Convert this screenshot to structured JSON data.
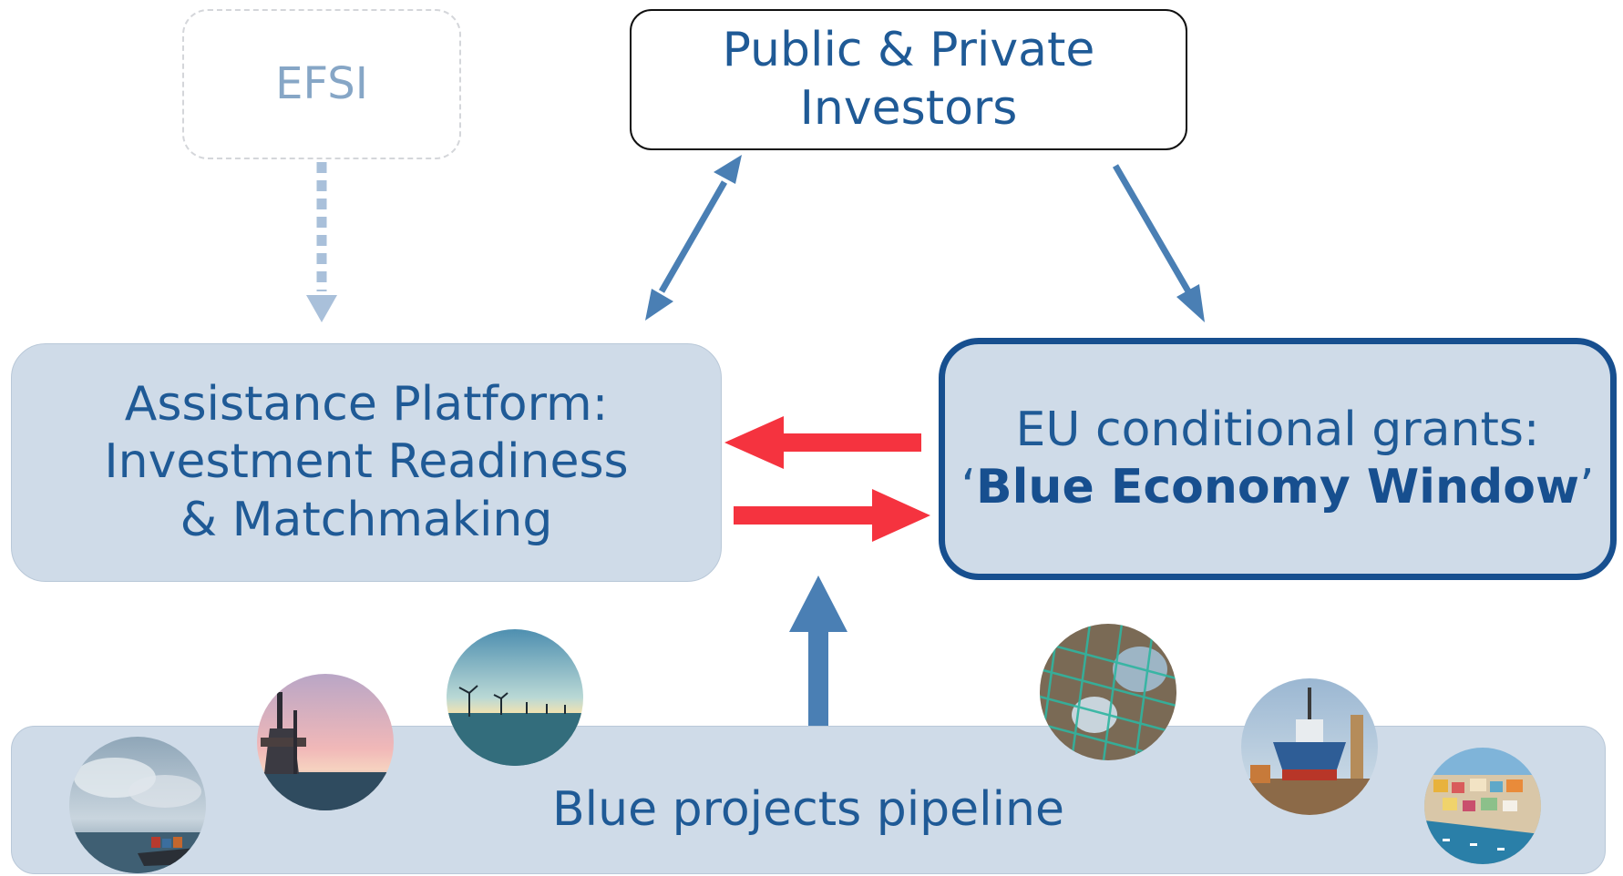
{
  "diagram": {
    "efsi": {
      "label": "EFSI"
    },
    "investors": {
      "line1": "Public & Private",
      "line2": "Investors"
    },
    "platform": {
      "line1": "Assistance Platform:",
      "line2": "Investment Readiness",
      "line3": "& Matchmaking"
    },
    "grants": {
      "line1": "EU conditional grants:",
      "quote_open": "‘",
      "emphasis": "Blue Economy Window",
      "quote_close": "’"
    },
    "pipeline": {
      "label": "Blue projects pipeline"
    },
    "colors": {
      "box_fill": "#cfdbe8",
      "text": "#1f5a96",
      "flow_arrow": "#4a7fb4",
      "exchange_arrow": "#f5333f",
      "efsi_arrow": "#a9c0da"
    },
    "photos": [
      "container-ship-photo",
      "oil-rig-photo",
      "offshore-wind-photo",
      "fishing-net-photo",
      "shipyard-photo",
      "coastal-town-photo"
    ]
  }
}
